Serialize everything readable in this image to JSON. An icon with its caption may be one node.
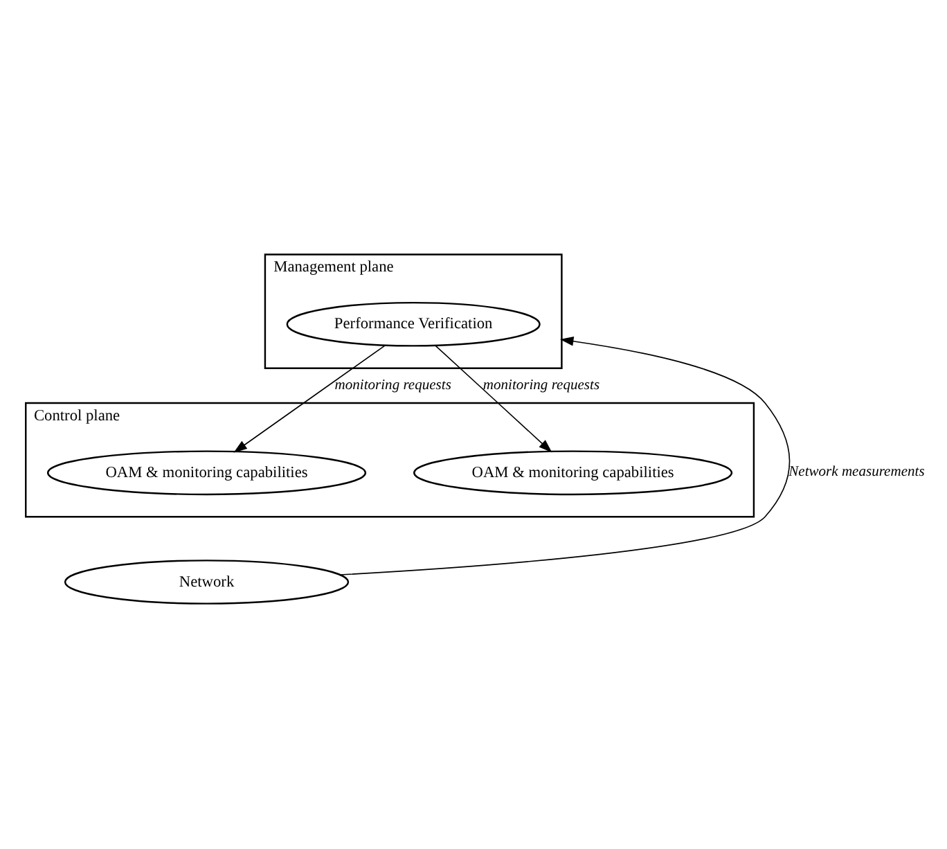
{
  "diagram": {
    "nodes": [
      {
        "text": [
          "Management plane"
        ]
      },
      {
        "text": [
          "Performance Verification"
        ],
        "in": 0
      },
      {
        "text": [
          "Control plane"
        ]
      },
      {
        "text": [
          "OAM & monitoring capabilities"
        ],
        "in": 2
      },
      {
        "text": [
          "OAM & monitoring capabilities"
        ],
        "in": 2
      },
      {
        "text": [
          "Network"
        ]
      }
    ],
    "edges": [
      {
        "from": 1,
        "to": 3,
        "arrow": "to",
        "label": "monitoring requests"
      },
      {
        "from": 1,
        "to": 4,
        "arrow": "to",
        "label": "monitoring requests"
      },
      {
        "from": 5,
        "to": 0,
        "arrow": "to",
        "label": "Network measurements"
      }
    ]
  }
}
